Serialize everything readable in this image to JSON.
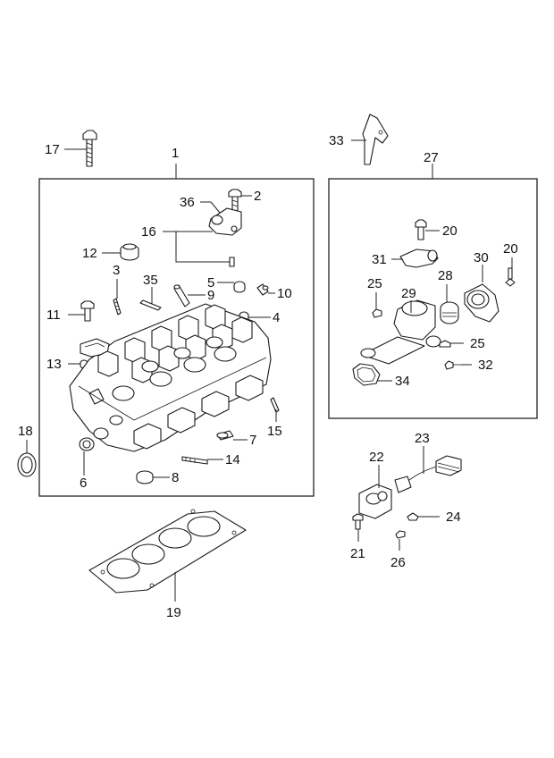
{
  "callouts": {
    "c1": "1",
    "c2": "2",
    "c3": "3",
    "c4": "4",
    "c5": "5",
    "c6": "6",
    "c7": "7",
    "c8": "8",
    "c9": "9",
    "c10": "10",
    "c11": "11",
    "c12": "12",
    "c13": "13",
    "c14": "14",
    "c15": "15",
    "c16": "16",
    "c17": "17",
    "c18": "18",
    "c19": "19",
    "c20a": "20",
    "c20b": "20",
    "c21": "21",
    "c22": "22",
    "c23": "23",
    "c24": "24",
    "c25a": "25",
    "c25b": "25",
    "c26": "26",
    "c27": "27",
    "c28": "28",
    "c29": "29",
    "c30": "30",
    "c31": "31",
    "c32": "32",
    "c33": "33",
    "c34": "34",
    "c35": "35",
    "c36": "36"
  }
}
